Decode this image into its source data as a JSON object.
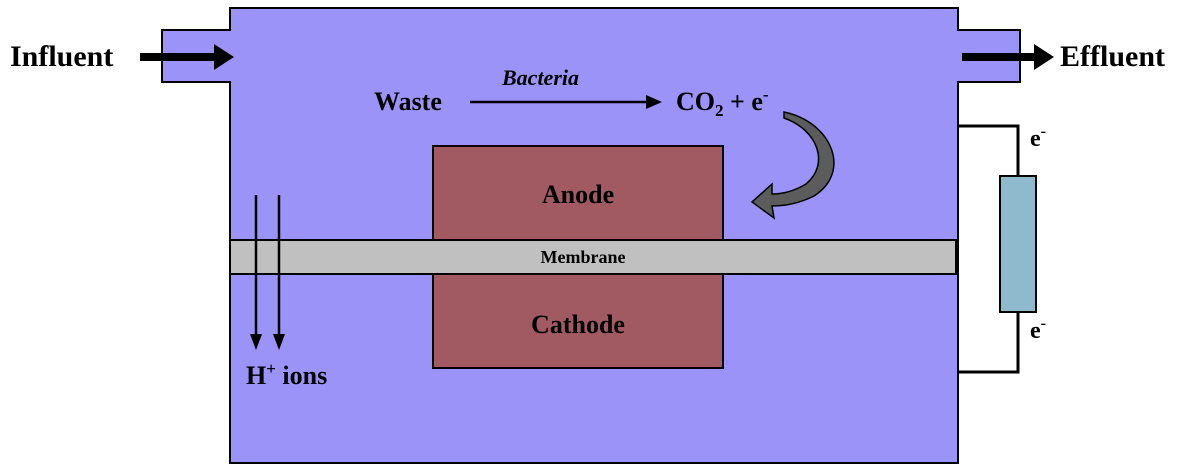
{
  "labels": {
    "influent": "Influent",
    "effluent": "Effluent",
    "waste": "Waste",
    "bacteria": "Bacteria",
    "co2": "CO",
    "co2_subscript": "2",
    "plus_e": " + e",
    "electron_superscript": "-",
    "anode": "Anode",
    "membrane": "Membrane",
    "cathode": "Cathode",
    "electron_top": "e",
    "electron_bottom": "e",
    "h_ion": "H",
    "h_ion_superscript": "+",
    "ions": " ions"
  },
  "colors": {
    "chamber": "#9b93f8",
    "electrode": "#a25a62",
    "membrane": "#c0c0c0",
    "resistor": "#8fb9cc",
    "curved_arrow": "#5c5c5c",
    "ink": "#000000"
  }
}
